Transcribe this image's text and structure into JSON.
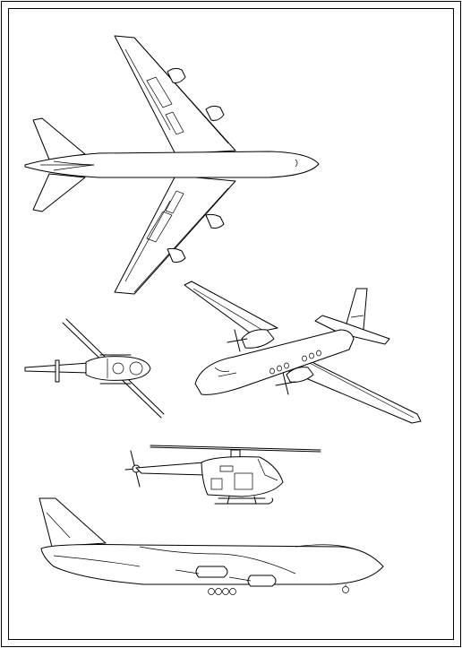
{
  "drawing": {
    "stroke_color": "#000000",
    "background_color": "#ffffff",
    "figures": [
      {
        "name": "airliner-top-view",
        "icon": "four-engine-jet-plan-view"
      },
      {
        "name": "turboprop-perspective-view",
        "icon": "twin-turboprop-3d-view"
      },
      {
        "name": "helicopter-top-view",
        "icon": "helicopter-plan-view"
      },
      {
        "name": "helicopter-side-view",
        "icon": "helicopter-profile"
      },
      {
        "name": "airliner-side-view",
        "icon": "jumbo-jet-profile"
      }
    ]
  }
}
